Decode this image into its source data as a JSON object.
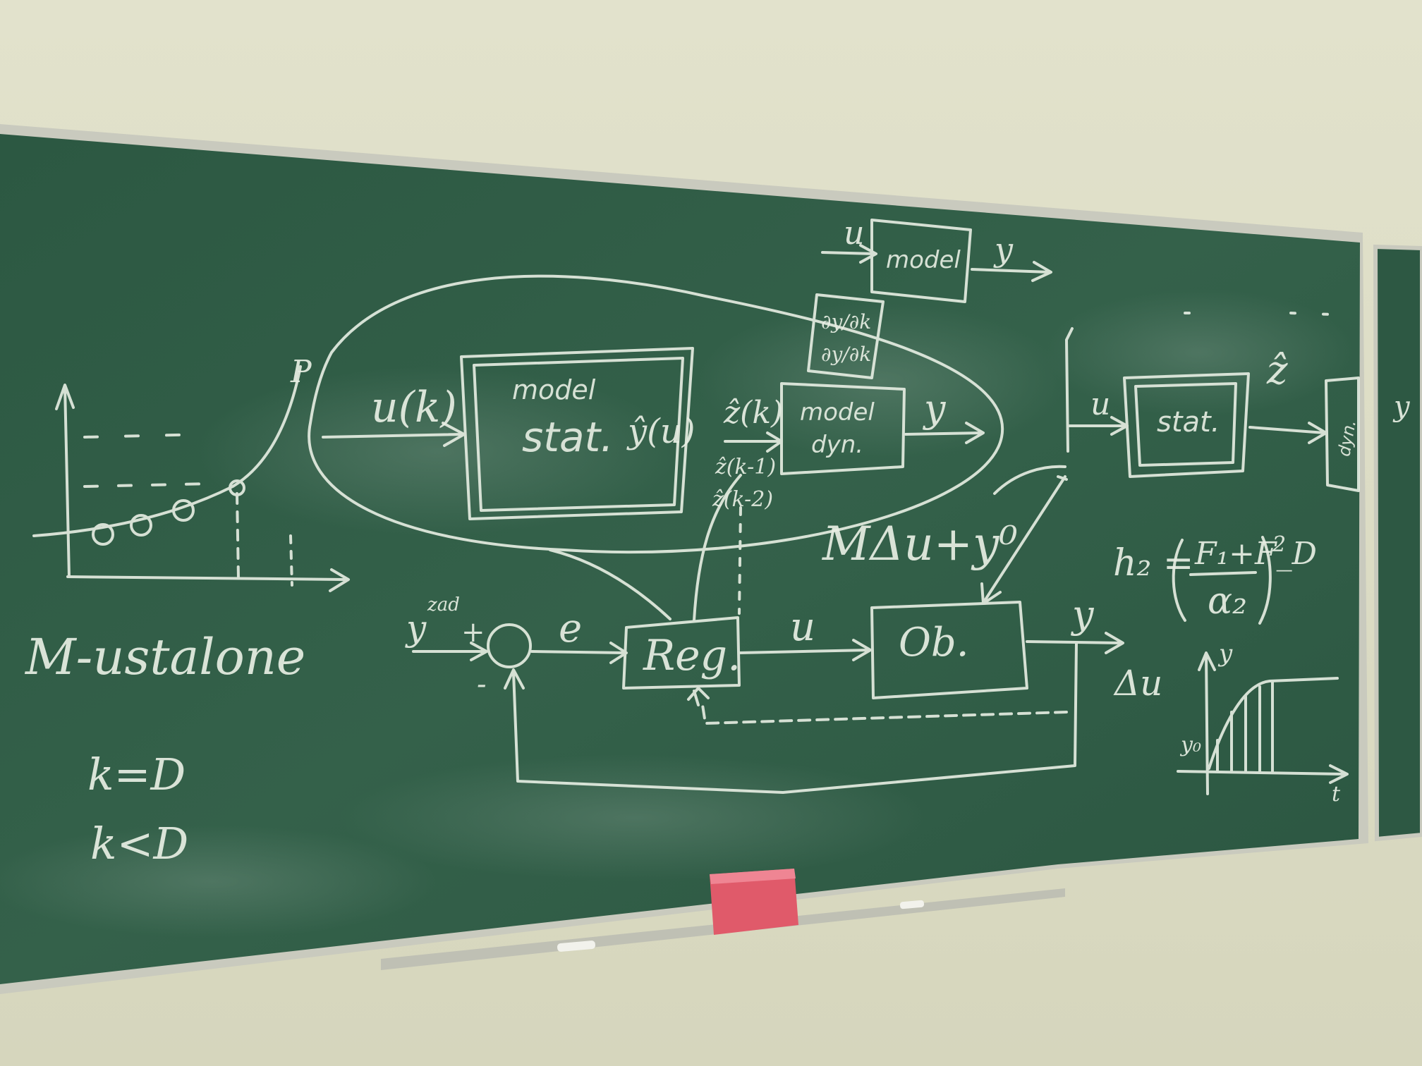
{
  "scene": {
    "wall_color": "#dcdcc6",
    "board_color": "#2f5a44",
    "chalk_color": "#e8efe4",
    "frame_color": "#cfcfc7",
    "sponge_color": "#e05a6a"
  },
  "board": {
    "left_graph": {
      "label_P": "P",
      "caption": "M-ustalone",
      "cond_1": "k=D",
      "cond_2": "k<D"
    },
    "top_small_block": {
      "input": "u",
      "box": "model",
      "output": "y"
    },
    "static_model": {
      "input": "u(k)",
      "box_line1": "model",
      "box_line2": "stat.",
      "output": "ŷ(u)"
    },
    "dyn_model": {
      "inputs": [
        "ẑ(k)",
        "ẑ(k-1)",
        "ẑ(k-2)"
      ],
      "box_line1": "model",
      "box_line2": "dyn.",
      "output": "y",
      "note_line1": "∂y/∂k",
      "note_line2": "∂y/∂k"
    },
    "loop": {
      "reference": "y",
      "reference_sup": "zad",
      "plus": "+",
      "minus": "-",
      "error": "e",
      "controller": "Reg.",
      "control": "u",
      "plant": "Ob.",
      "output": "y",
      "expression": "MΔu+y⁰"
    },
    "right_chain": {
      "input": "u",
      "box_static": "stat.",
      "zhat": "ẑ",
      "box_dyn": "dyn.",
      "output": "y"
    },
    "formula": {
      "lhs": "h₂ =",
      "numerator": "F₁+F_D",
      "denominator": "α₂",
      "power": "2"
    },
    "step_plot": {
      "delta_u": "Δu",
      "y_axis": "y",
      "y0": "y₀",
      "t_axis": "t"
    }
  }
}
